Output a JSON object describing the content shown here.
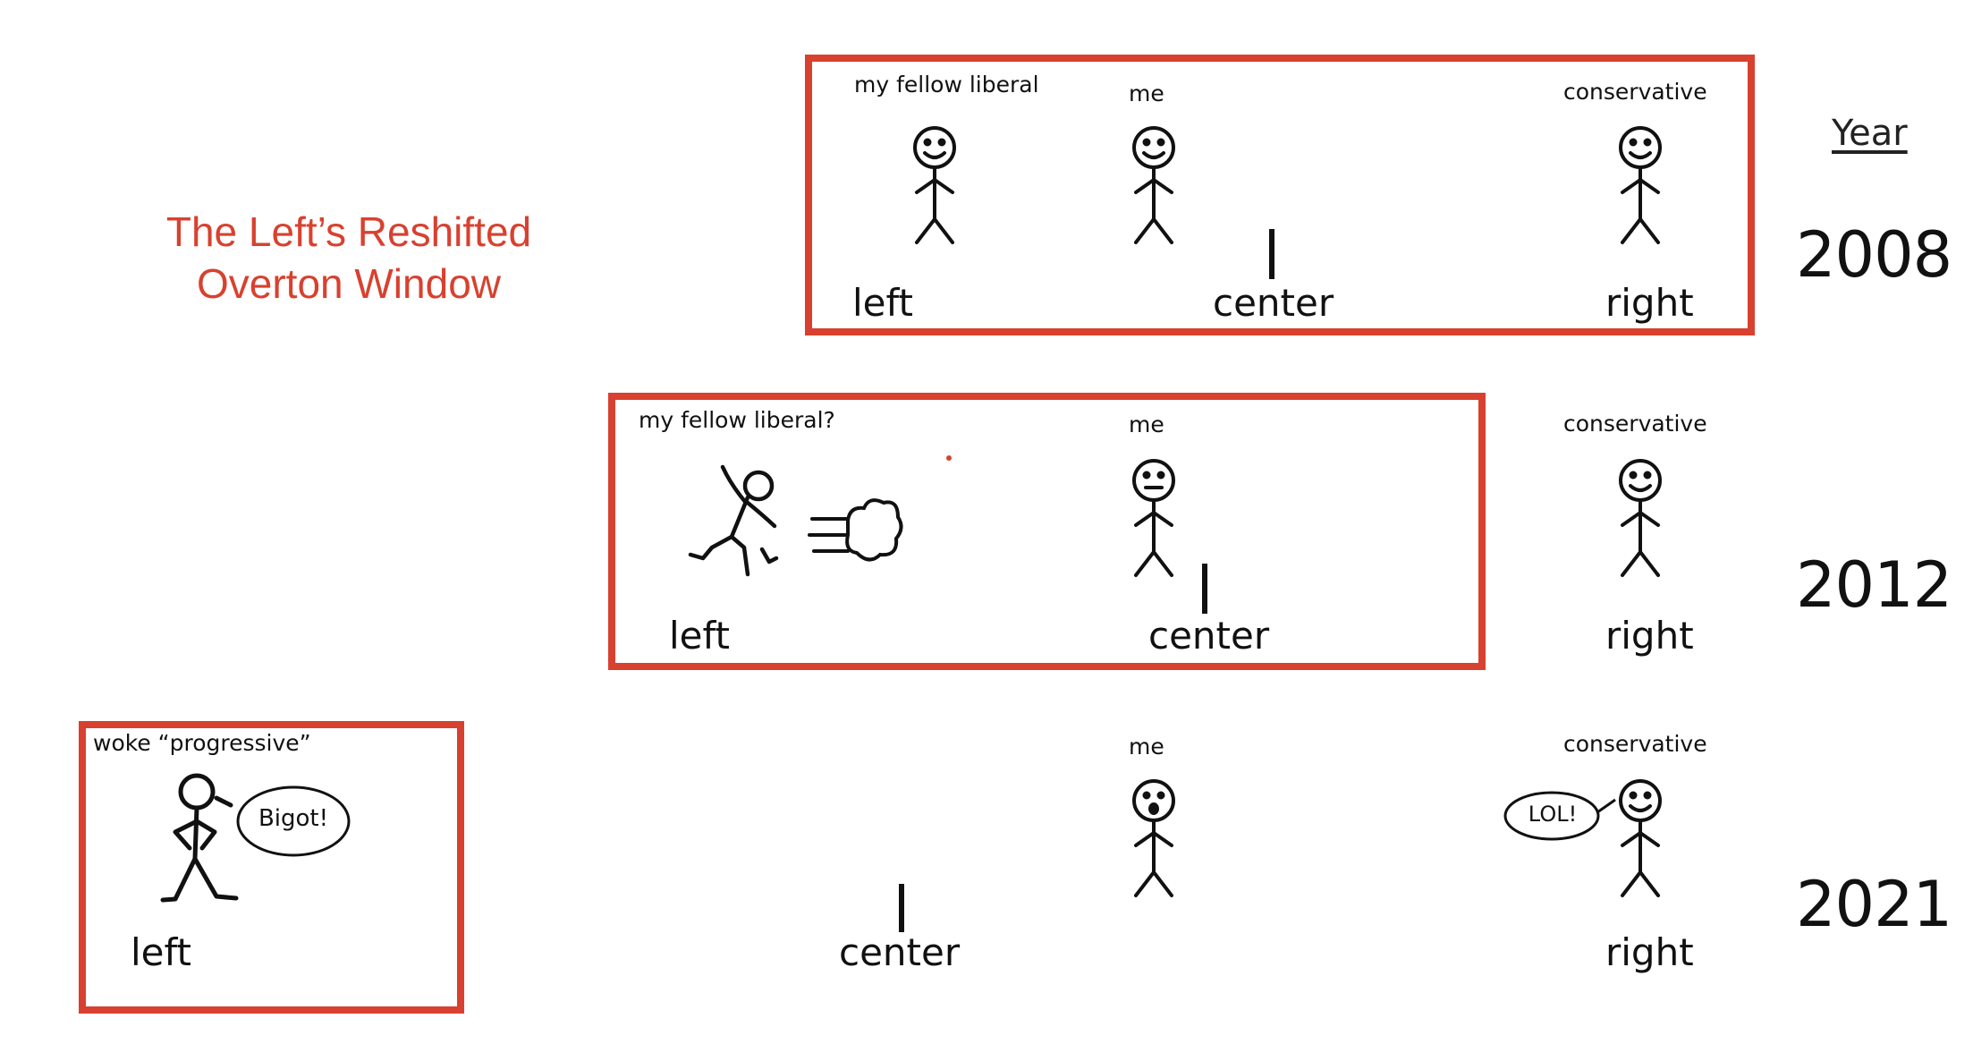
{
  "title": "The Left’s Reshifted Overton Window",
  "year_heading": "Year",
  "colors": {
    "frame": "#d8412f",
    "left": "#4a7bc0",
    "right": "#d9534f",
    "ink": "#111111"
  },
  "icons": [
    "smiley-stick-figure-icon",
    "neutral-stick-figure-icon",
    "surprised-stick-figure-icon",
    "running-stick-figure-icon",
    "dust-cloud-icon",
    "angry-stick-figure-icon",
    "speech-bubble-icon"
  ],
  "rows": [
    {
      "year": "2008",
      "axis": {
        "left": "left",
        "center": "center",
        "right": "right"
      },
      "figures": {
        "liberal": "my fellow liberal",
        "me": "me",
        "conservative": "conservative"
      }
    },
    {
      "year": "2012",
      "axis": {
        "left": "left",
        "center": "center",
        "right": "right"
      },
      "figures": {
        "liberal": "my fellow liberal?",
        "me": "me",
        "conservative": "conservative"
      }
    },
    {
      "year": "2021",
      "axis": {
        "left": "left",
        "center": "center",
        "right": "right"
      },
      "figures": {
        "liberal": "woke “progressive”",
        "me": "me",
        "conservative": "conservative"
      },
      "bubbles": {
        "left": "Bigot!",
        "right": "LOL!"
      }
    }
  ]
}
